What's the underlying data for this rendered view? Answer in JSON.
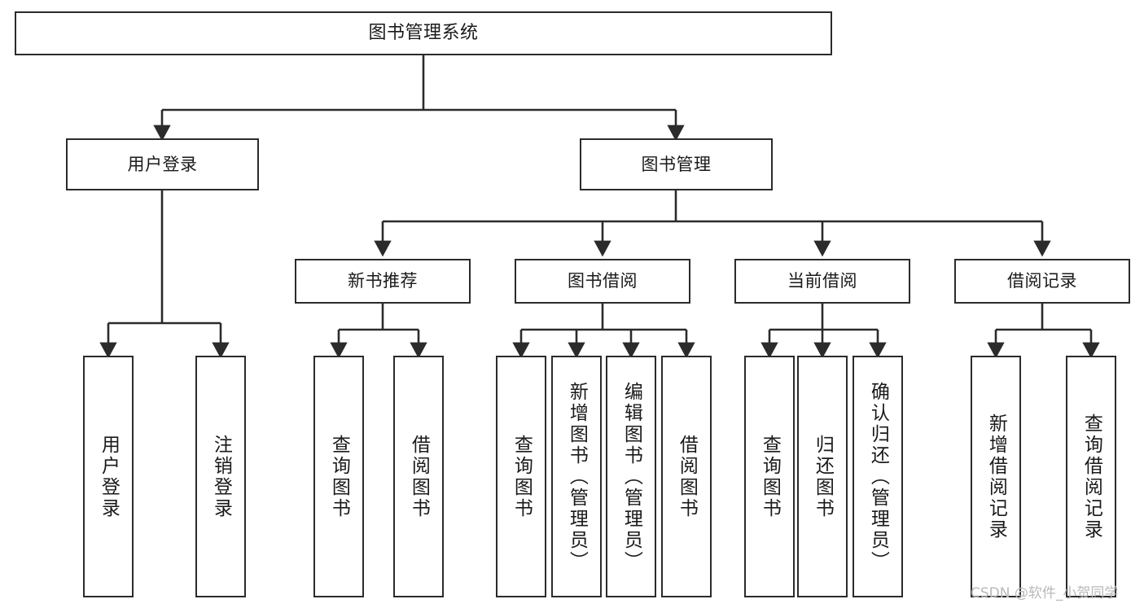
{
  "diagram": {
    "title": "图书管理系统",
    "type": "功能结构图",
    "orientation": "top-down-tree",
    "colors": {
      "box_border": "#2b2b2b",
      "box_fill": "#ffffff",
      "connector": "#2b2b2b",
      "text": "#1a1a1a",
      "watermark": "#b9b9b9"
    },
    "watermark": "CSDN @软件_小贺同学"
  },
  "nodes": {
    "root": {
      "label": "图书管理系统",
      "level": 0
    },
    "l1": [
      {
        "id": "user-login",
        "label": "用户登录",
        "level": 1
      },
      {
        "id": "book-manage",
        "label": "图书管理",
        "level": 1
      }
    ],
    "l2": [
      {
        "id": "new-book-recommend",
        "label": "新书推荐",
        "level": 2,
        "parent": "book-manage"
      },
      {
        "id": "book-borrow",
        "label": "图书借阅",
        "level": 2,
        "parent": "book-manage"
      },
      {
        "id": "current-borrow",
        "label": "当前借阅",
        "level": 2,
        "parent": "book-manage"
      },
      {
        "id": "borrow-record",
        "label": "借阅记录",
        "level": 2,
        "parent": "book-manage"
      }
    ],
    "leaves": [
      {
        "id": "leaf-user-login",
        "label": "用户登录",
        "parent": "user-login"
      },
      {
        "id": "leaf-logout-login",
        "label": "注销登录",
        "parent": "user-login"
      },
      {
        "id": "leaf-query-book-1",
        "label": "查询图书",
        "parent": "new-book-recommend"
      },
      {
        "id": "leaf-borrow-book-1",
        "label": "借阅图书",
        "parent": "new-book-recommend"
      },
      {
        "id": "leaf-query-book-2",
        "label": "查询图书",
        "parent": "book-borrow"
      },
      {
        "id": "leaf-add-book",
        "label": "新增图书（管理员）",
        "parent": "book-borrow"
      },
      {
        "id": "leaf-edit-book",
        "label": "编辑图书（管理员）",
        "parent": "book-borrow"
      },
      {
        "id": "leaf-borrow-book-2",
        "label": "借阅图书",
        "parent": "book-borrow"
      },
      {
        "id": "leaf-query-book-3",
        "label": "查询图书",
        "parent": "current-borrow"
      },
      {
        "id": "leaf-return-book",
        "label": "归还图书",
        "parent": "current-borrow"
      },
      {
        "id": "leaf-confirm-return",
        "label": "确认归还（管理员）",
        "parent": "current-borrow"
      },
      {
        "id": "leaf-add-record",
        "label": "新增借阅记录",
        "parent": "borrow-record"
      },
      {
        "id": "leaf-query-record",
        "label": "查询借阅记录",
        "parent": "borrow-record"
      }
    ]
  }
}
